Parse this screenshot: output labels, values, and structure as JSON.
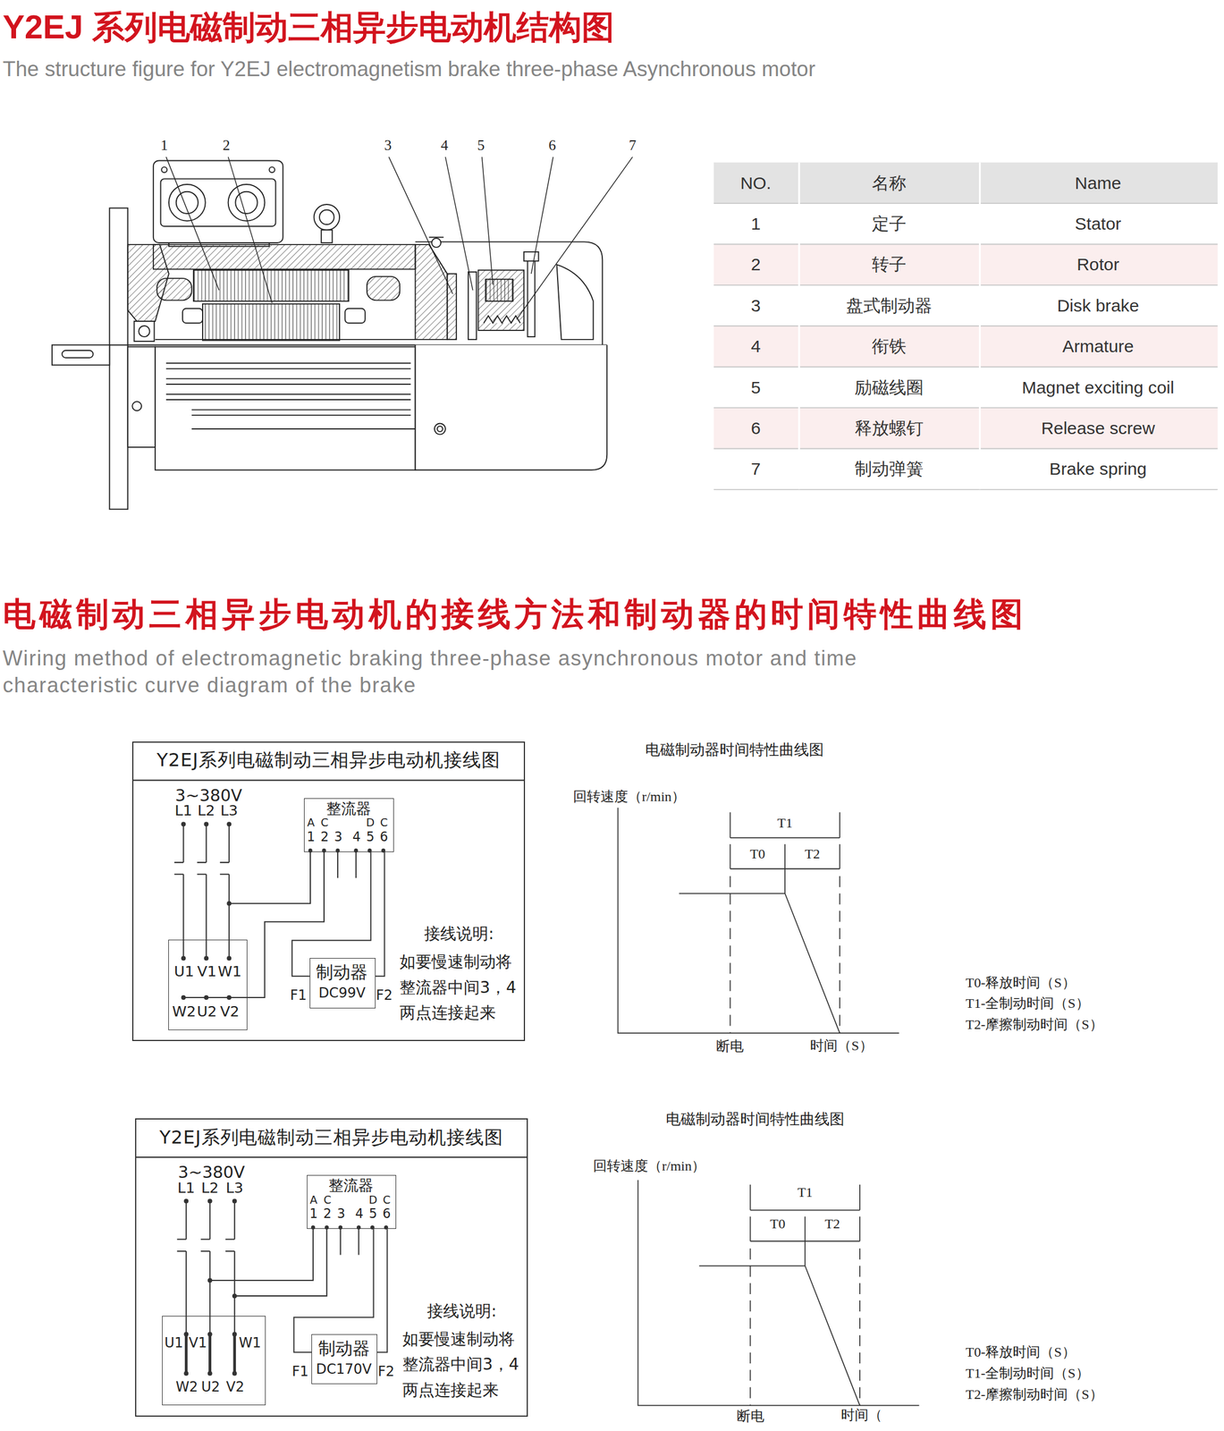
{
  "diagram": {
    "title": "Y2EJ 系列电磁制动三相异步电动机结构图",
    "nodes": [
      {
        "text": [
          "Y2EJ系列电磁制动三相异步电动机接线图"
        ]
      },
      {
        "text": [
          "整流器",
          "A",
          "C",
          "D",
          "C",
          "1",
          "2",
          "3",
          "4",
          "5",
          "6"
        ],
        "in": 0
      },
      {
        "text": [
          "U1",
          "V1",
          "W1",
          "W2",
          "U2",
          "V2"
        ],
        "in": 0
      },
      {
        "text": [
          "制动器",
          "DC99V"
        ],
        "in": 0
      },
      {
        "text": [
          "Y2EJ系列电磁制动三相异步电动机接线图"
        ]
      },
      {
        "text": [
          "整流器",
          "A",
          "C",
          "D",
          "C",
          "1",
          "2",
          "3",
          "4",
          "5",
          "6"
        ],
        "in": 4
      },
      {
        "text": [
          "U1",
          "V1",
          "W1",
          "W2",
          "U2",
          "V2"
        ],
        "in": 4
      },
      {
        "text": [
          "制动器",
          "DC170V"
        ],
        "in": 4
      }
    ],
    "edges": [
      {
        "from": 1,
        "to": 3,
        "arrow": "none"
      },
      {
        "from": 1,
        "to": 3,
        "arrow": "none"
      },
      {
        "from": 5,
        "to": 7,
        "arrow": "none"
      },
      {
        "from": 5,
        "to": 7,
        "arrow": "none"
      }
    ],
    "labels": [
      "The structure figure for Y2EJ electromagnetism brake three-phase Asynchronous motor",
      "1",
      "2",
      "3",
      "4",
      "5",
      "6",
      "7",
      "NO.",
      "名称",
      "Name",
      "1",
      "定子",
      "Stator",
      "2",
      "转子",
      "Rotor",
      "3",
      "盘式制动器",
      "Disk brake",
      "4",
      "衔铁",
      "Armature",
      "5",
      "励磁线圈",
      "Magnet exciting coil",
      "6",
      "释放螺钉",
      "Release screw",
      "7",
      "制动弹簧",
      "Brake spring",
      "电磁制动三相异步电动机的接线方法和制动器的时间特性曲线图",
      "Wiring method of electromagnetic braking three-phase asynchronous motor and time characteristic curve diagram of the brake",
      "3~380V",
      "L1",
      "L2",
      "L3",
      "F1",
      "F2",
      "接线说明:",
      "如要慢速制动将整流器中间3，4两点连接起来",
      "电磁制动器时间特性曲线图",
      "回转速度（r/min）",
      "T1",
      "T0",
      "T2",
      "断电",
      "时间（S）",
      "T0-释放时间（S）",
      "T1-全制动时间（S）",
      "T2-摩擦制动时间（S）",
      "3~380V",
      "L1",
      "L2",
      "L3",
      "F1",
      "F2",
      "接线说明:",
      "如要慢速制动将整流器中间3，4两点连接起来",
      "电磁制动器时间特性曲线图",
      "回转速度（r/min）",
      "T1",
      "T0",
      "T2",
      "断电",
      "时间（",
      "T0-释放时间（S）",
      "T1-全制动时间（S）",
      "T2-摩擦制动时间（S）"
    ]
  }
}
